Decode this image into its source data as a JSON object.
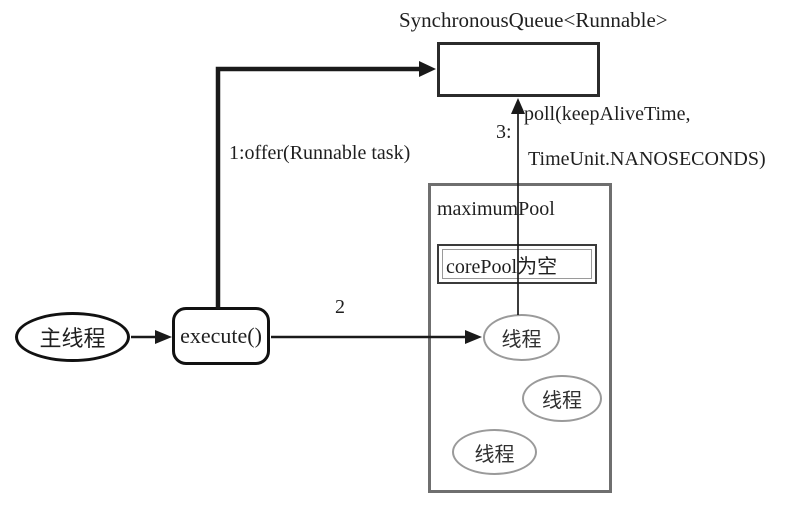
{
  "diagram": {
    "title": "SynchronousQueue<Runnable>",
    "nodes": {
      "main_thread": "主线程",
      "execute": "execute()",
      "maximum_pool": "maximumPool",
      "core_pool": "corePool为空",
      "thread1": "线程",
      "thread2": "线程",
      "thread3": "线程"
    },
    "labels": {
      "offer": "1:offer(Runnable task)",
      "step2": "2",
      "step3": "3:",
      "poll_line1": "poll(keepAliveTime,",
      "poll_line2": "TimeUnit.NANOSECONDS)"
    },
    "colors": {
      "background": "#ffffff",
      "line": "#1a1a1a",
      "box_border": "#2b2b2b",
      "pool_border": "#6f6f6f",
      "thread_ellipse_border": "#9a9a9a",
      "text": "#1f1f1f"
    }
  }
}
